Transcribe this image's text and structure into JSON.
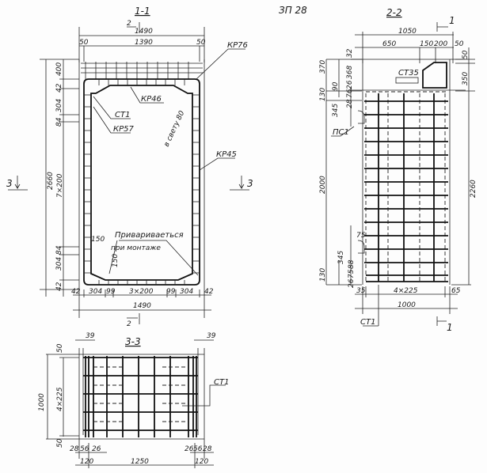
{
  "sheet_title": "ЗП 28",
  "section_1_1": {
    "title": "1-1",
    "cut_marker": "2",
    "dims_top": [
      "1490",
      "1390",
      "50",
      "50"
    ],
    "dims_left": [
      "2660",
      "400",
      "42",
      "304",
      "84",
      "7×200",
      "84",
      "304",
      "42"
    ],
    "dims_bottom": [
      "42",
      "304",
      "99",
      "3×200",
      "99",
      "304",
      "42",
      "1490"
    ],
    "detail_dims": [
      "150",
      "150"
    ],
    "labels": {
      "kr76": "КР76",
      "kr46": "КР46",
      "st1": "СТ1",
      "kr57": "КР57",
      "kr45": "КР45",
      "clear": "в свету 80",
      "weld1": "Привариваеться",
      "weld2": "при монтаже"
    },
    "section_marks": [
      "3",
      "3"
    ],
    "bottom_marker": "2"
  },
  "section_2_2": {
    "title": "2-2",
    "cut_marker": "1",
    "dims_top": [
      "1050",
      "650",
      "150",
      "200",
      "50"
    ],
    "dims_left": [
      "370",
      "32",
      "368",
      "130",
      "90",
      "26",
      "76",
      "28",
      "345",
      "2000",
      "75",
      "345",
      "130",
      "88",
      "75",
      "26"
    ],
    "dims_right": [
      "50",
      "350",
      "2260"
    ],
    "dims_bottom": [
      "35",
      "4×225",
      "65",
      "1000"
    ],
    "labels": {
      "st35": "СТ35",
      "ps1": "ПС1",
      "st1": "СТ1"
    },
    "bottom_marker": "1"
  },
  "section_3_3": {
    "title": "3-3",
    "dims_top": [
      "39",
      "39"
    ],
    "dims_left": [
      "50",
      "1000",
      "4×225",
      "50"
    ],
    "dims_bottom": [
      "28",
      "56",
      "26",
      "26",
      "56",
      "28",
      "120",
      "1250",
      "120"
    ],
    "labels": {
      "st1": "СТ1"
    }
  }
}
